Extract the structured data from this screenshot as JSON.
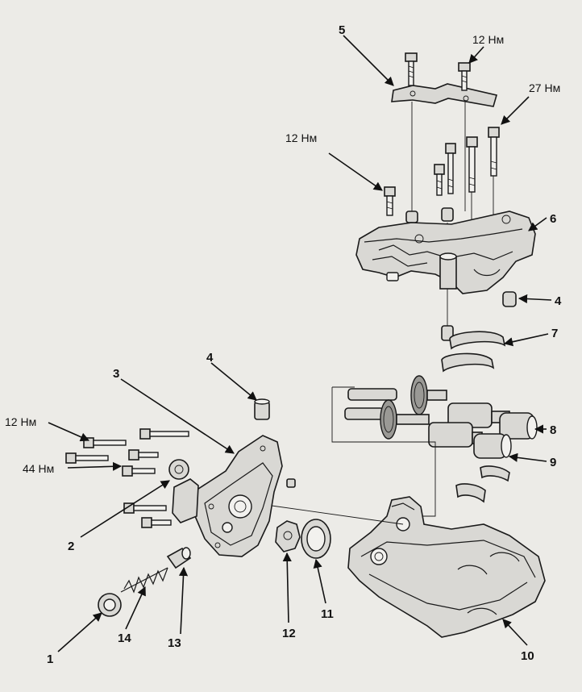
{
  "callouts": [
    {
      "id": "1",
      "text": "1"
    },
    {
      "id": "2",
      "text": "2"
    },
    {
      "id": "3",
      "text": "3"
    },
    {
      "id": "4a",
      "text": "4"
    },
    {
      "id": "4b",
      "text": "4"
    },
    {
      "id": "5",
      "text": "5"
    },
    {
      "id": "6",
      "text": "6"
    },
    {
      "id": "7",
      "text": "7"
    },
    {
      "id": "8",
      "text": "8"
    },
    {
      "id": "9",
      "text": "9"
    },
    {
      "id": "10",
      "text": "10"
    },
    {
      "id": "11",
      "text": "11"
    },
    {
      "id": "12",
      "text": "12"
    },
    {
      "id": "13",
      "text": "13"
    },
    {
      "id": "14",
      "text": "14"
    }
  ],
  "torques": [
    {
      "id": "t-top",
      "text": "12 Нм"
    },
    {
      "id": "t-27",
      "text": "27 Нм"
    },
    {
      "id": "t-mid",
      "text": "12 Нм"
    },
    {
      "id": "t-left12",
      "text": "12 Нм"
    },
    {
      "id": "t-left44",
      "text": "44 Нм"
    }
  ]
}
